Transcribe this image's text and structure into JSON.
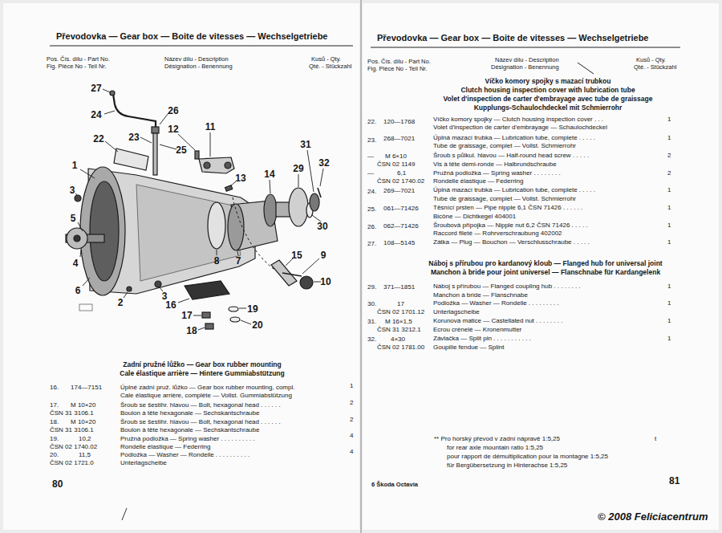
{
  "diagram": {
    "title": "Převodovka — Gear box — Boite de vitesses — Wechselgetriebe",
    "labels": [
      "Převodovka — Gear box — Boite de vitesses — Wechselgetriebe",
      "Pos. Čís. dílu - Part No.",
      "Fig. Pièce No - Teil Nr.",
      "Název dílu - Description",
      "Désignation - Benennung",
      "Kusů - Qty.",
      "Qté. - Stückzahl",
      "27",
      "24",
      "26",
      "12",
      "11",
      "23",
      "25",
      "22",
      "1",
      "13",
      "14",
      "31",
      "29",
      "32",
      "3",
      "5",
      "30",
      "8",
      "7",
      "15",
      "9",
      "4",
      "6",
      "10",
      "2",
      "3",
      "16",
      "19",
      "17",
      "20",
      "18",
      "Zadní pružné lůžko — Gear box rubber mounting",
      "Cale élastique arrière — Hintere Gummiabstützung",
      "16.",
      "174—7151",
      "Úplné zadní pruž. lůžko — Gear box rubber mounting, compl.",
      "1",
      "Cale élastique arrière, complète — Vollst. Gummiabstützung",
      "17.",
      "M 10×20",
      "Šroub se šestihr. hlavou — Bolt, hexagonal head . . . . . .",
      "2",
      "ČSN 31 3106.1",
      "Boulon à tête hexagonale — Sechskantschraube",
      "18.",
      "M 10×20",
      "Šroub se šestihr. hlavou — Bolt, hexagonal head . . . . . .",
      "2",
      "ČSN 31 3106.1",
      "Boulon à tête hexagonale — Sechskantschraube",
      "19.",
      "10,2",
      "Pružná podložka — Spring washer . . . . . . . . . .",
      "4",
      "ČSN 02 1740.02",
      "Rondelle élastique — Federring",
      "20.",
      "11,5",
      "Podložka — Washer — Rondelle . . . . . . . . . .",
      "4",
      "ČSN 02 1721.0",
      "Unterlagscheibe",
      "80",
      "Pos. Čís. dílu - Part No.",
      "Fig. Pièce No - Teil Nr.",
      "Název dílu - Description",
      "Désignation - Benennung",
      "Kusů - Qty.",
      "Qté. - Stückzahl",
      "Víčko komory spojky s mazací trubkou",
      "Clutch housing inspection cover with lubrication tube",
      "Volet d'inspection de carter d'embrayage avec tube de graissage",
      "Kupplungs-Schaulochdeckel mit Schmierrohr",
      "22.",
      "120—1768",
      "Víčko komory spojky — Clutch housing inspection cover . . .",
      "1",
      "Volet d'inspection de carter d'embrayage — Schaulochdeckel",
      "23.",
      "268—7021",
      "Úplná mazací trubka — Lubrication tube, complete . . . . .",
      "1",
      "Tube de graissage, complet — Vollst. Schmierrohr",
      "—",
      "M 6×10",
      "Šroub s půlkul. hlavou — Half-round head screw . . . . .",
      "2",
      "ČSN 02 1149",
      "Vis à tête demi-ronde — Halbrundschraube",
      "—",
      "6,1",
      "Pružná podložka — Spring washer . . . . . . . .",
      "2",
      "ČSN 02 1740.02",
      "Rondelle élastique — Federring",
      "24.",
      "269—7021",
      "Úplná mazací trubka — Lubrication tube, complete . . . . .",
      "1",
      "Tube de graissage, complet — Vollst. Schmierrohr",
      "25.",
      "061—71426",
      "Těsnící prsten — Pipe nipple 6,1 ČSN 71426 . . . . . .",
      "1",
      "Bicône — Dichtkegel 404001",
      "26.",
      "062—71426",
      "Šroubová přípojka — Nipple nut 6,2 ČSN 71426 . . . . .",
      "1",
      "Raccord fileté — Rohrverschraubung 402002",
      "27.",
      "108—5145",
      "Zátka — Plug — Bouchon — Verschlusschraube . . . . .",
      "1",
      "Náboj s přírubou pro kardanový kloub — Flanged hub for universal joint",
      "Manchon à bride pour joint universel — Flanschnabe für Kardangelenk",
      "29.",
      "371—1851",
      "Náboj s přírubou — Flanged coupling hub . . . . . . . .",
      "1",
      "Manchon à bride — Flanschnabe",
      "30.",
      "17",
      "Podložka — Washer — Rondelle . . . . . . . . .",
      "1",
      "ČSN 02 1701.12",
      "Unterlagscheibe",
      "31.",
      "M 16×1,5",
      "Korunová matice — Castellated nut . . . . . . . .",
      "1",
      "ČSN 31 3212.1",
      "Ecrou crénelé — Kronenmutter",
      "32.",
      "4×30",
      "Závlačka — Split pin . . . . . . . . . . .",
      "1",
      "ČSN 02 1781.00",
      "Goupille fendue — Splint",
      "** Pro horský převod v zadní nápravě 1:5,25",
      "t",
      "for rear axle mountain ratio 1:5,25",
      "pour rapport de démultiplication pour la montagne 1:5,25",
      "für Bergübersetzung in Hinterachse 1:5,25",
      "6 Škoda Octavia",
      "81",
      "© 2008 Feliciacentrum"
    ]
  }
}
